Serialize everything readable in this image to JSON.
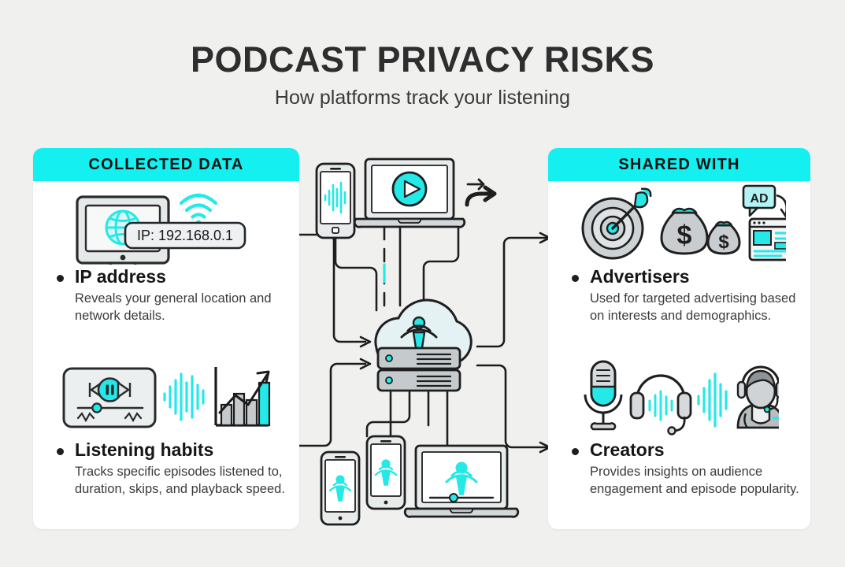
{
  "header": {
    "title": "PODCAST PRIVACY RISKS",
    "subtitle": "How platforms track your listening"
  },
  "left_panel": {
    "header": "COLLECTED DATA",
    "items": [
      {
        "title": "IP address",
        "description": "Reveals your general location and network details.",
        "icon_label": "IP: 192.168.0.1",
        "icons": [
          "monitor-globe-icon",
          "wifi-icon",
          "ip-address-label"
        ]
      },
      {
        "title": "Listening habits",
        "description": "Tracks specific episodes listened to, duration, skips, and playback speed.",
        "icons": [
          "media-player-icon",
          "audio-waveform-icon",
          "bar-chart-trend-icon"
        ]
      }
    ]
  },
  "right_panel": {
    "header": "SHARED WITH",
    "items": [
      {
        "title": "Advertisers",
        "description": "Used for targeted advertising based on interests and demographics.",
        "icon_label": "AD",
        "icons": [
          "target-dartboard-icon",
          "money-bag-icon",
          "ad-browser-window-icon"
        ]
      },
      {
        "title": "Creators",
        "description": "Provides insights on audience engagement and episode popularity.",
        "icons": [
          "microphone-icon",
          "headset-icon",
          "audio-waveform-icon",
          "podcaster-person-icon"
        ]
      }
    ]
  },
  "center": {
    "top_devices": [
      "smartphone-waveform-icon",
      "laptop-play-button-icon",
      "share-arrows-icon"
    ],
    "hub": [
      "cloud-icon",
      "server-rack-icon",
      "podcast-broadcast-icon"
    ],
    "bottom_devices": [
      "smartphone-podcast-icon",
      "smartphone-podcast-icon",
      "laptop-podcast-player-icon"
    ],
    "flow_arrows": [
      "arrow-left-to-cloud-upper",
      "arrow-left-to-cloud-lower",
      "arrow-cloud-to-advertisers",
      "arrow-cloud-to-creators"
    ]
  },
  "colors": {
    "accent": "#14efef",
    "icon_cyan": "#25e8e8",
    "background": "#f0f0ef",
    "panel": "#ffffff",
    "ink": "#1c1c1c",
    "body_text": "#3b3b3b"
  }
}
